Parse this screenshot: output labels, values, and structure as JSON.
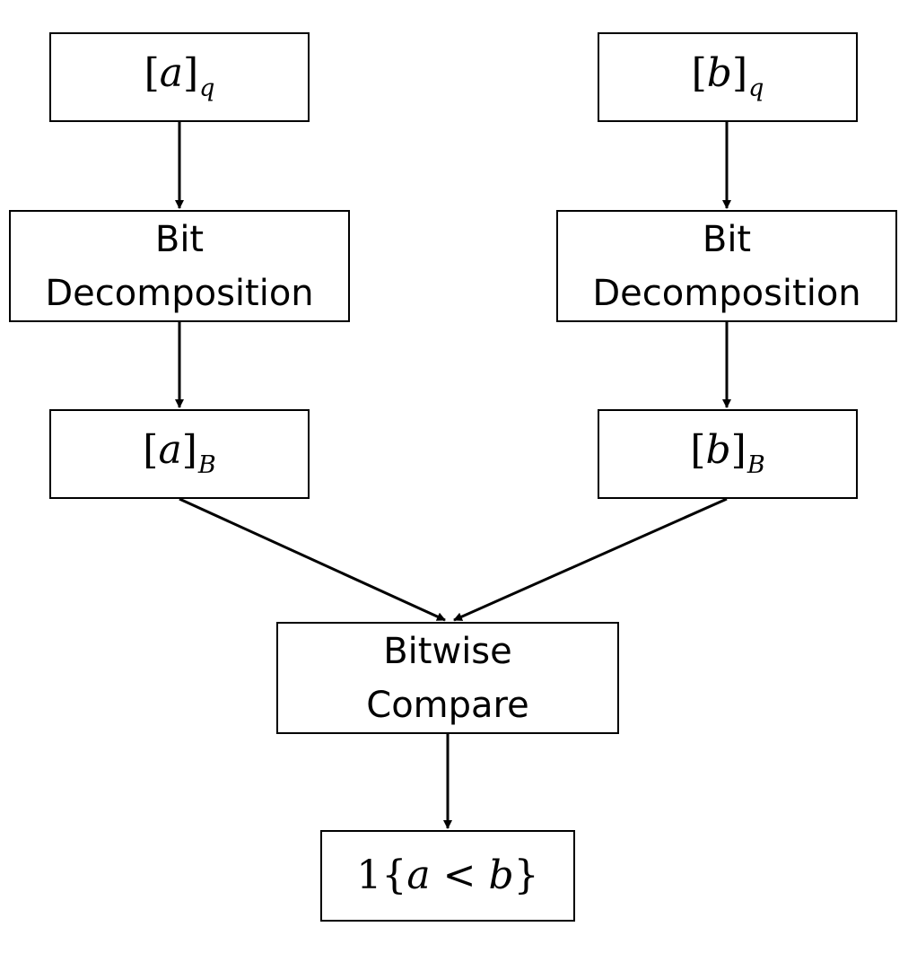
{
  "nodes": {
    "a_q": {
      "open": "[",
      "var": "a",
      "close": "]",
      "sub": "q"
    },
    "b_q": {
      "open": "[",
      "var": "b",
      "close": "]",
      "sub": "q"
    },
    "bitdecomp_a": {
      "line1": "Bit",
      "line2": "Decomposition"
    },
    "bitdecomp_b": {
      "line1": "Bit",
      "line2": "Decomposition"
    },
    "a_B": {
      "open": "[",
      "var": "a",
      "close": "]",
      "sub": "B"
    },
    "b_B": {
      "open": "[",
      "var": "b",
      "close": "]",
      "sub": "B"
    },
    "compare": {
      "line1": "Bitwise",
      "line2": "Compare"
    },
    "result": {
      "prefix": "1{",
      "lhs": "a",
      "op": " < ",
      "rhs": "b",
      "suffix": "}"
    }
  },
  "colors": {
    "stroke": "#000000",
    "background": "#ffffff"
  }
}
